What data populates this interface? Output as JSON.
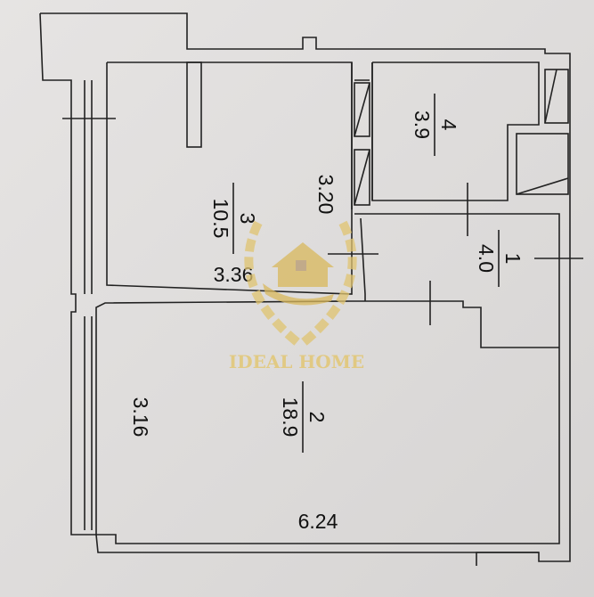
{
  "rooms": [
    {
      "number": "4",
      "area": "3.9"
    },
    {
      "number": "3",
      "area": "10.5"
    },
    {
      "number": "1",
      "area": "4.0"
    },
    {
      "number": "2",
      "area": "18.9"
    }
  ],
  "dimensions": {
    "room3_width": "3.36",
    "room3_length": "3.20",
    "room2_depth": "3.16",
    "room2_width": "6.24"
  },
  "watermark": {
    "text": "IDEAL HOME",
    "color": "#d9b85c"
  }
}
